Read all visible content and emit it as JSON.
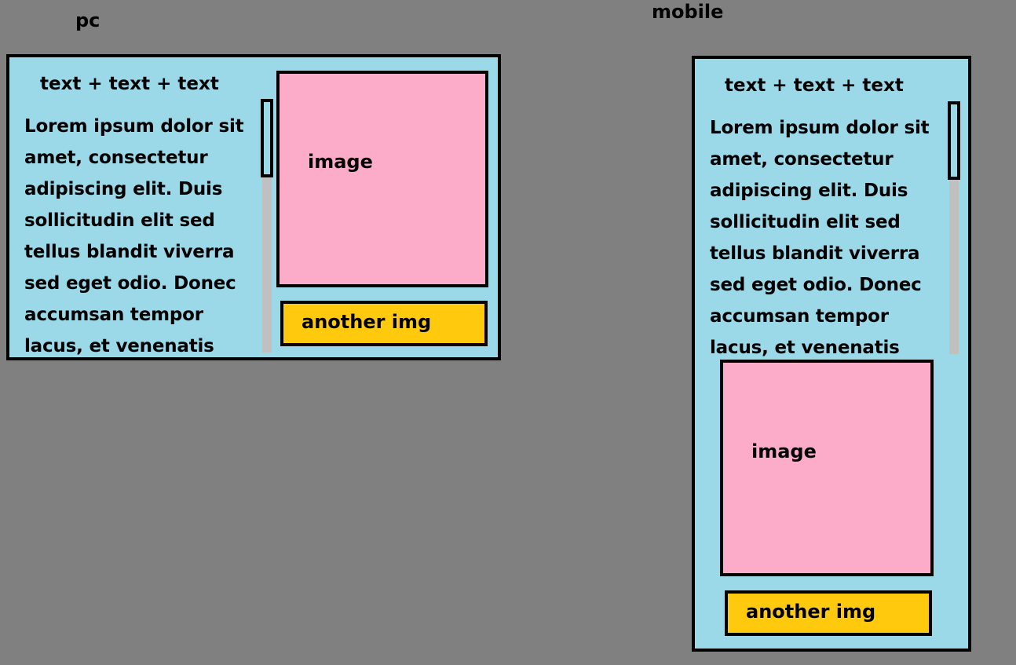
{
  "colors": {
    "background": "#808080",
    "panel": "#9bd8e8",
    "image": "#fcabc9",
    "another_img": "#ffc90d",
    "scrollbar": "#c0c0c0",
    "border": "#000000"
  },
  "pc": {
    "label": "pc",
    "header": "text + text + text",
    "body_text": "Lorem ipsum dolor sit amet, consectetur adipiscing elit. Duis sollicitudin elit sed tellus blandit viverra sed eget odio. Donec accumsan tempor lacus, et venenatis",
    "image_label": "image",
    "another_img_label": "another img"
  },
  "mobile": {
    "label": "mobile",
    "header": "text + text + text",
    "body_text": "Lorem ipsum dolor sit amet, consectetur adipiscing elit. Duis sollicitudin elit sed tellus blandit viverra sed eget odio. Donec accumsan tempor lacus, et venenatis",
    "image_label": "image",
    "another_img_label": "another img"
  }
}
